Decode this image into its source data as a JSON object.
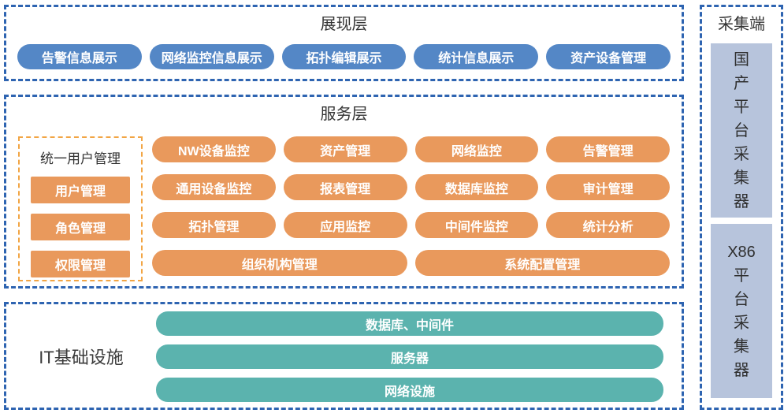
{
  "colors": {
    "pill_blue": "#5487c6",
    "pill_orange": "#e9995c",
    "pill_teal": "#5bb3ae",
    "collector_box_blue": "#b7c4dc",
    "border_blue": "#2e64b1",
    "border_orange": "#f2a544",
    "title_text": "#333333",
    "pill_text": "#ffffff"
  },
  "presentation_layer": {
    "title": "展现层",
    "items": [
      "告警信息展示",
      "网络监控信息展示",
      "拓扑编辑展示",
      "统计信息展示",
      "资产设备管理"
    ]
  },
  "service_layer": {
    "title": "服务层",
    "user_management": {
      "title": "统一用户管理",
      "items": [
        "用户管理",
        "角色管理",
        "权限管理"
      ]
    },
    "grid": [
      [
        "NW设备监控",
        "资产管理",
        "网络监控",
        "告警管理"
      ],
      [
        "通用设备监控",
        "报表管理",
        "数据库监控",
        "审计管理"
      ],
      [
        "拓扑管理",
        "应用监控",
        "中间件监控",
        "统计分析"
      ]
    ],
    "wide_items": [
      "组织机构管理",
      "系统配置管理"
    ]
  },
  "infrastructure_layer": {
    "title": "IT基础设施",
    "items": [
      "数据库、中间件",
      "服务器",
      "网络设施"
    ]
  },
  "collection_panel": {
    "title": "采集端",
    "items": [
      "国产平台采集器",
      "X86平台采集器"
    ]
  }
}
